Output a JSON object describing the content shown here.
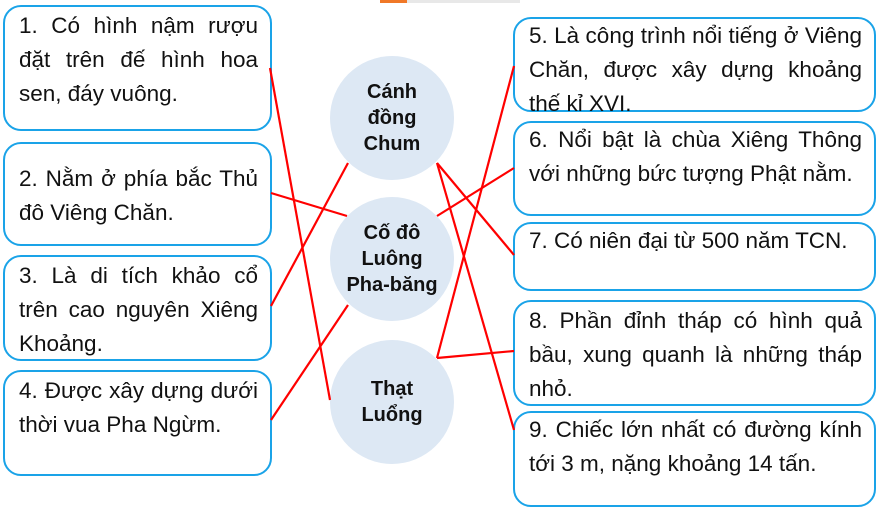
{
  "left_items": [
    {
      "text": "1. Có hình nậm rượu đặt trên đế hình hoa sen, đáy vuông."
    },
    {
      "text": "2. Nằm ở phía bắc Thủ đô Viêng Chăn."
    },
    {
      "text": "3. Là di tích khảo cổ trên cao nguyên Xiêng Khoảng."
    },
    {
      "text": "4. Được xây dựng dưới thời vua Pha Ngừm."
    }
  ],
  "center_items": [
    {
      "text": "Cánh đồng Chum"
    },
    {
      "text": "Cố đô Luông Pha-băng"
    },
    {
      "text": "Thạt Luổng"
    }
  ],
  "right_items": [
    {
      "text": "5. Là công trình nổi tiếng ở Viêng Chăn, được xây dựng khoảng thế kỉ XVI."
    },
    {
      "text": "6. Nổi bật là chùa Xiêng Thông với những bức tượng Phật nằm."
    },
    {
      "text": "7. Có niên đại từ 500 năm TCN."
    },
    {
      "text": "8. Phần đỉnh tháp có hình quả bầu, xung quanh là những tháp nhỏ."
    },
    {
      "text": "9. Chiếc lớn nhất có đường kính tới 3 m, nặng khoảng 14 tấn."
    }
  ],
  "colors": {
    "box_border": "#1aa3e8",
    "circle_fill": "#dde8f4",
    "line": "#ff0000"
  }
}
